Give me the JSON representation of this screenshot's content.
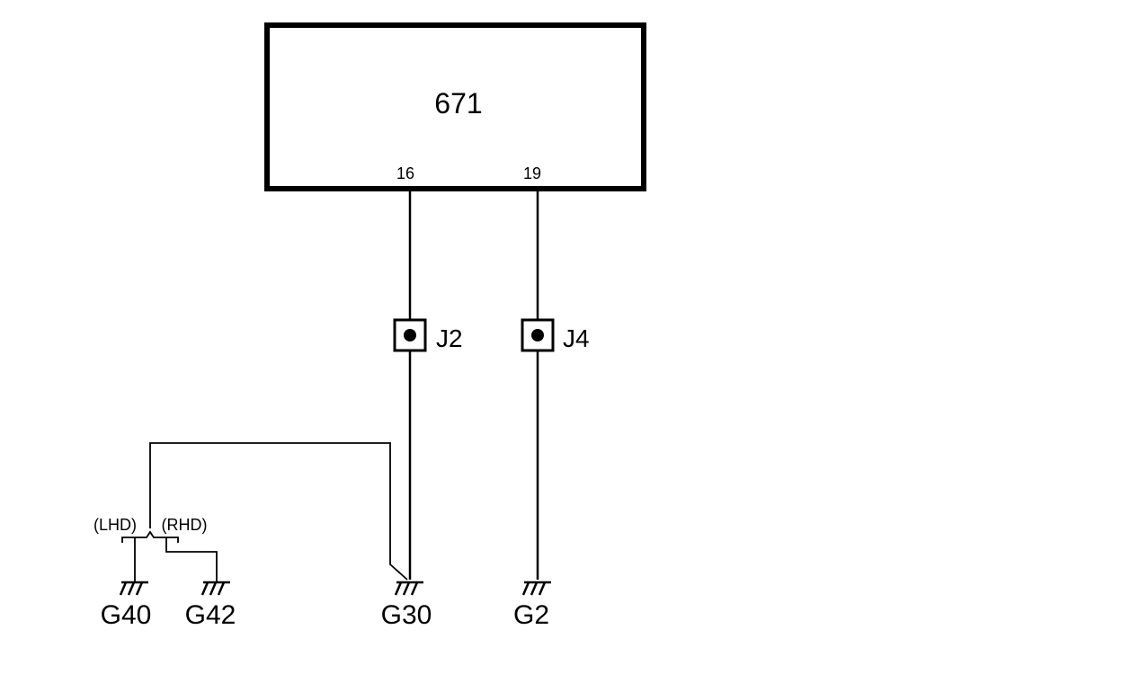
{
  "component": {
    "label": "671"
  },
  "pins": [
    {
      "label": "16"
    },
    {
      "label": "19"
    }
  ],
  "connectors": [
    {
      "label": "J2"
    },
    {
      "label": "J4"
    }
  ],
  "grounds": [
    {
      "label": "G40"
    },
    {
      "label": "G42"
    },
    {
      "label": "G30"
    },
    {
      "label": "G2"
    }
  ],
  "options": {
    "lhd": "(LHD)",
    "rhd": "(RHD)"
  }
}
